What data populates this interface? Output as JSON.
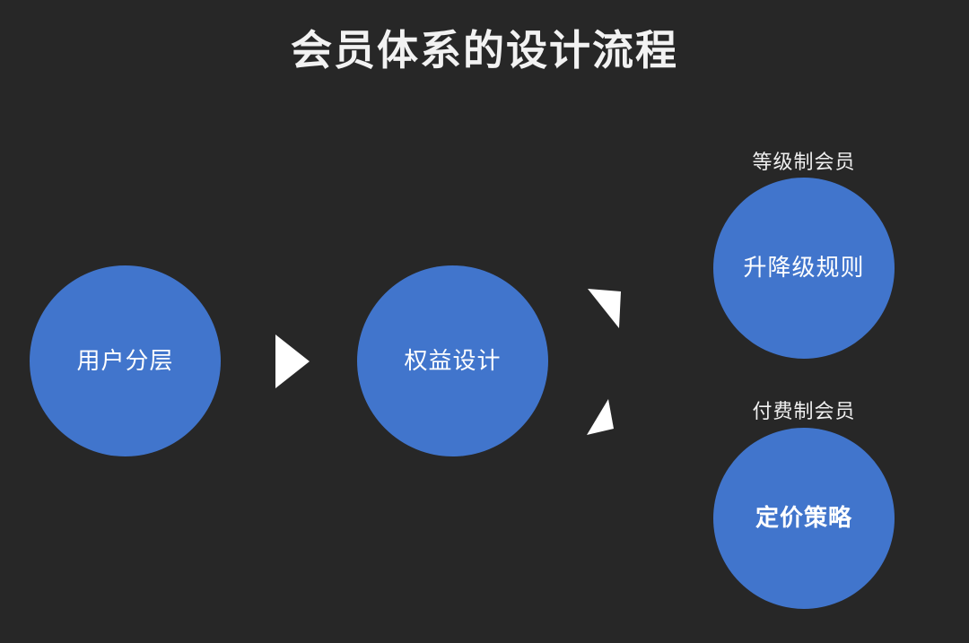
{
  "slide": {
    "title": "会员体系的设计流程",
    "background_color": "#272727",
    "accent_color": "#4175CC",
    "text_color": "#ffffff"
  },
  "flow": {
    "nodes": [
      {
        "id": "user-tiering",
        "label": "用户分层",
        "shape": "circle",
        "color": "#4175CC"
      },
      {
        "id": "benefit-design",
        "label": "权益设计",
        "shape": "circle",
        "color": "#4175CC"
      },
      {
        "id": "upgrade-rules",
        "label": "升降级规则",
        "shape": "circle",
        "color": "#4175CC"
      },
      {
        "id": "pricing-strategy",
        "label": "定价策略",
        "shape": "circle",
        "color": "#4175CC"
      }
    ],
    "captions": [
      {
        "id": "tiered",
        "label": "等级制会员"
      },
      {
        "id": "paid",
        "label": "付费制会员"
      }
    ],
    "arrows": [
      {
        "id": "main",
        "direction": "right",
        "color": "#ffffff"
      },
      {
        "id": "branch-up",
        "direction": "up-right",
        "color": "#ffffff"
      },
      {
        "id": "branch-down",
        "direction": "down-left",
        "color": "#ffffff"
      }
    ]
  }
}
